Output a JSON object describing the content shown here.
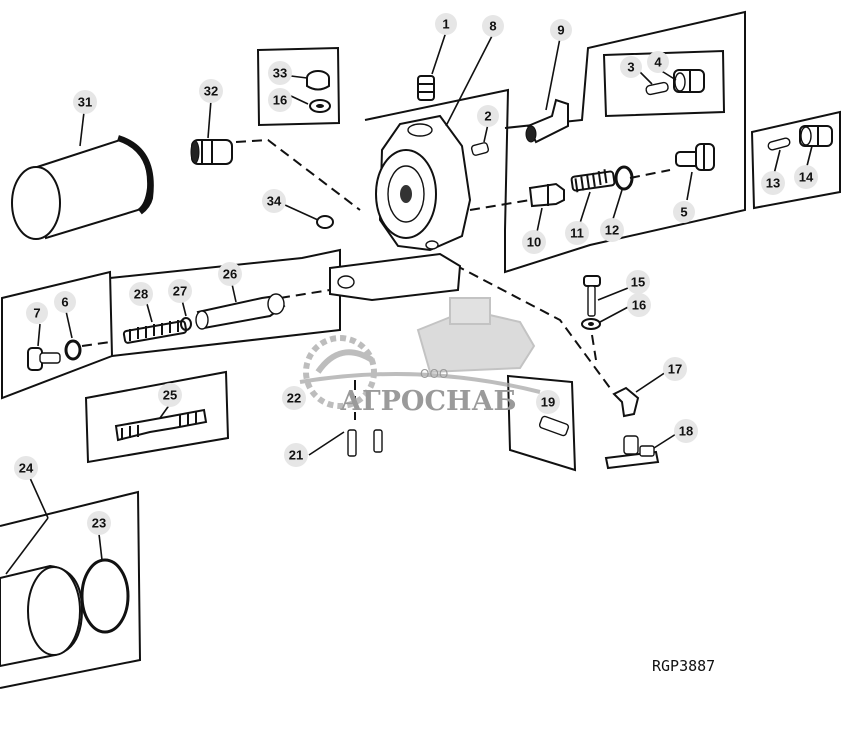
{
  "diagram": {
    "figure_ref": "RGP3887",
    "callouts": [
      "1",
      "2",
      "3",
      "4",
      "5",
      "6",
      "7",
      "8",
      "9",
      "10",
      "11",
      "12",
      "13",
      "14",
      "15",
      "16",
      "17",
      "18",
      "19",
      "21",
      "22",
      "23",
      "24",
      "25",
      "26",
      "27",
      "28",
      "31",
      "32",
      "33",
      "16",
      "34"
    ],
    "watermark": {
      "brand": "АГРОСНАБ",
      "prefix": "ООО"
    }
  }
}
